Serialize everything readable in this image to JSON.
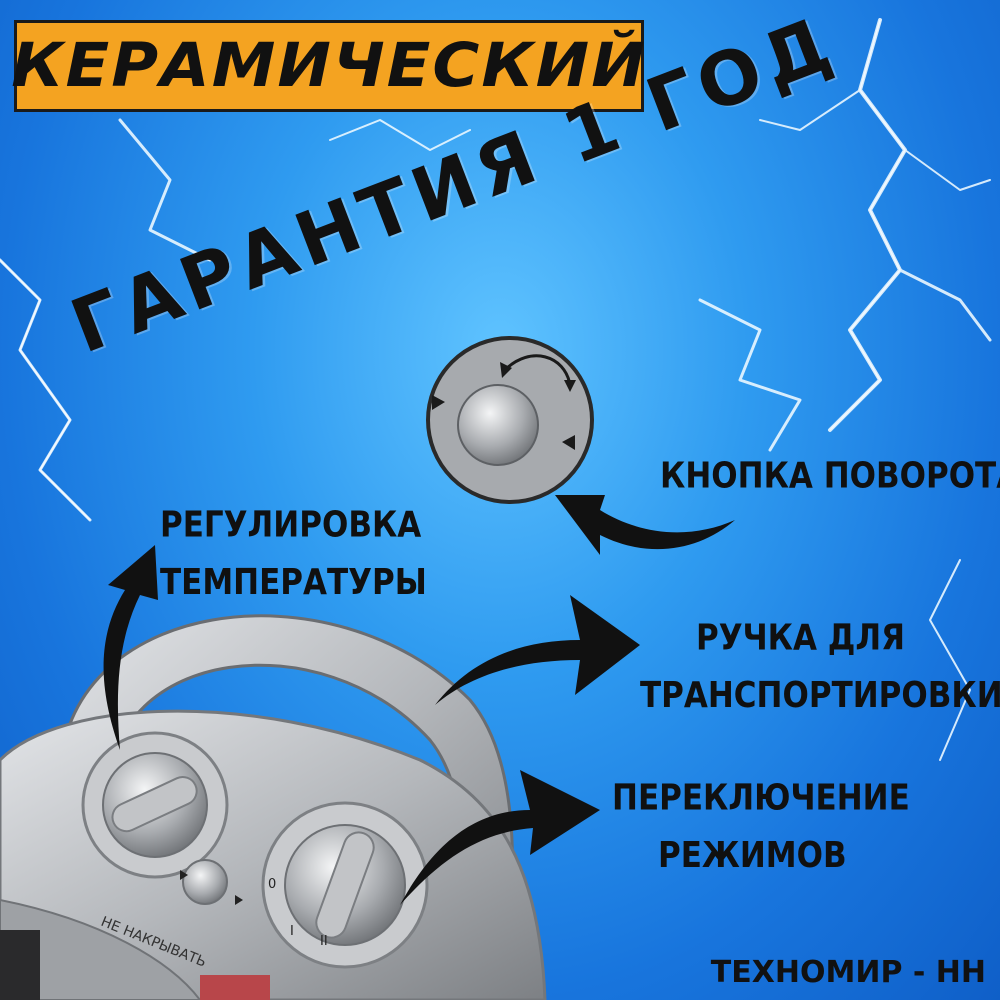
{
  "title": "КЕРАМИЧЕСКИЙ",
  "warranty": "ГАРАНТИЯ 1 ГОД",
  "labels": {
    "rotation_button": "КНОПКА ПОВОРОТА",
    "temperature": [
      "РЕГУЛИРОВКА",
      "ТЕМПЕРАТУРЫ"
    ],
    "handle": [
      "РУЧКА ДЛЯ",
      "ТРАНСПОРТИРОВКИ"
    ],
    "mode_switch": [
      "ПЕРЕКЛЮЧЕНИЕ",
      "РЕЖИМОВ"
    ]
  },
  "heater": {
    "warning_text": "НЕ НАКРЫВАТЬ",
    "mode_marks": [
      "0",
      "I",
      "II"
    ]
  },
  "brand": "ТЕХНОМИР - НН",
  "colors": {
    "badge": "#f4a321",
    "background": "#2f9bf0",
    "text": "#101010",
    "heater_body": "#b9bcc0"
  }
}
